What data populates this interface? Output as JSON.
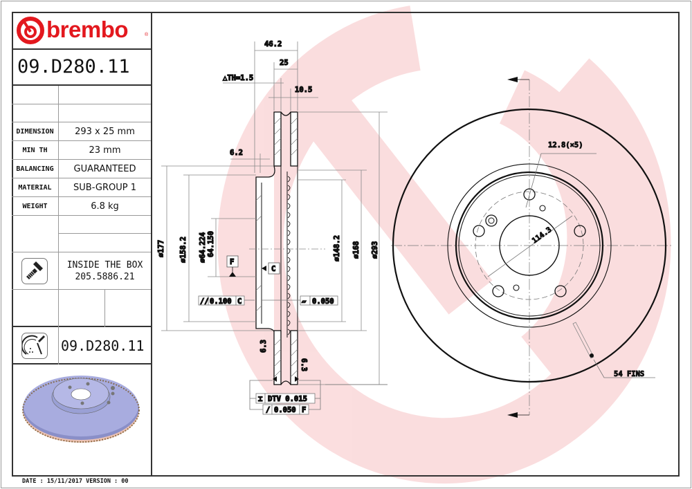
{
  "brand": {
    "name": "brembo",
    "color": "#e3181e",
    "registered_mark": "®"
  },
  "part_number": "09.D280.11",
  "specs": [
    {
      "label": "DIMENSION",
      "value": "293 x 25 mm"
    },
    {
      "label": "MIN TH",
      "value": "23 mm"
    },
    {
      "label": "BALANCING",
      "value": "GUARANTEED"
    },
    {
      "label": "MATERIAL",
      "value": "SUB-GROUP 1"
    },
    {
      "label": "WEIGHT",
      "value": "6.8 kg"
    }
  ],
  "inside_the_box": {
    "icon": "screw-icon",
    "title": "INSIDE THE BOX",
    "code": "205.5886.21"
  },
  "bottom_part": {
    "icon": "disc-caliper-icon",
    "part_number": "09.D280.11"
  },
  "footer": {
    "text": "DATE : 15/11/2017 VERSION : 00",
    "date": "15/11/2017",
    "version": "00"
  },
  "drawing": {
    "section_dims": {
      "overall_width": "46.2",
      "thickness": "25",
      "delta_th": "△TH=1.5",
      "vane_gap": "10.5",
      "hat_offset": "6.2"
    },
    "diameters": {
      "d177": "⌀177",
      "d158_2": "⌀158.2",
      "bore_max": "⌀64.224",
      "bore_min": "64.150",
      "d148_2": "⌀148.2",
      "d168": "⌀168",
      "d293": "⌀293"
    },
    "datums": {
      "F": "F",
      "C": "C"
    },
    "tolerances": {
      "parallelism": {
        "symbol": "//",
        "value": "0.100",
        "datum": "C"
      },
      "flatness": {
        "symbol": "▱",
        "value": "0.050"
      },
      "dtv": {
        "symbol": "⌶",
        "value": "DTV 0.015"
      },
      "runout": {
        "symbol": "/",
        "value": "0.050",
        "datum": "F"
      }
    },
    "roughness": [
      "6.3",
      "6.3"
    ],
    "front_view": {
      "bolt_holes": "12.8(×5)",
      "pcd": "114.3",
      "fins": "54 FINS"
    }
  }
}
